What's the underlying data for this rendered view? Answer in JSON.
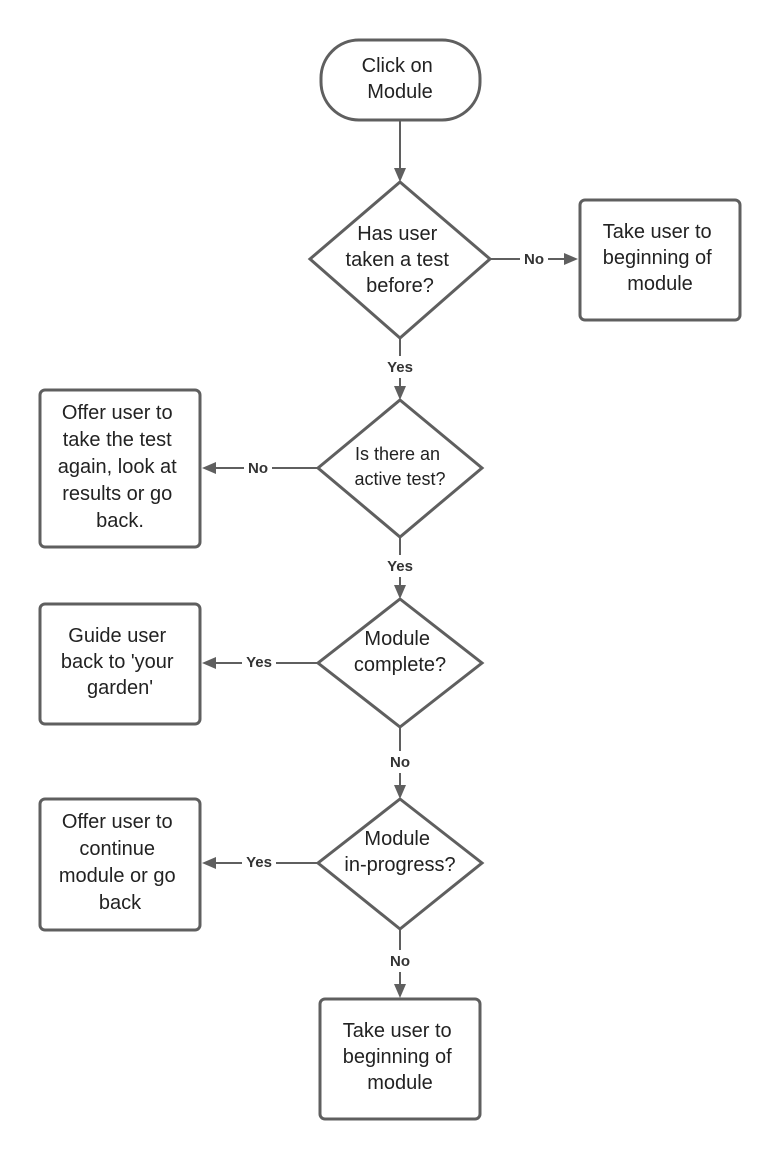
{
  "nodes": {
    "start": {
      "lines": [
        "Click on",
        "Module"
      ]
    },
    "q_test_before": {
      "lines": [
        "Has user",
        "taken a test",
        "before?"
      ]
    },
    "take_to_beginning_top": {
      "lines": [
        "Take user to",
        "beginning of",
        "module"
      ]
    },
    "q_active_test": {
      "lines": [
        "Is there an",
        "active test?"
      ]
    },
    "offer_retest": {
      "lines": [
        "Offer user to",
        "take the test",
        "again, look at",
        "results or go",
        "back."
      ]
    },
    "q_module_complete": {
      "lines": [
        "Module",
        "complete?"
      ]
    },
    "guide_garden": {
      "lines": [
        "Guide user",
        "back to 'your",
        "garden'"
      ]
    },
    "q_in_progress": {
      "lines": [
        "Module",
        "in-progress?"
      ]
    },
    "offer_continue": {
      "lines": [
        "Offer user to",
        "continue",
        "module or go",
        "back"
      ]
    },
    "take_to_beginning_bottom": {
      "lines": [
        "Take user to",
        "beginning of",
        "module"
      ]
    }
  },
  "edges": {
    "q_test_before_no": "No",
    "q_test_before_yes": "Yes",
    "q_active_test_no": "No",
    "q_active_test_yes": "Yes",
    "q_module_complete_yes": "Yes",
    "q_module_complete_no": "No",
    "q_in_progress_yes": "Yes",
    "q_in_progress_no": "No"
  }
}
